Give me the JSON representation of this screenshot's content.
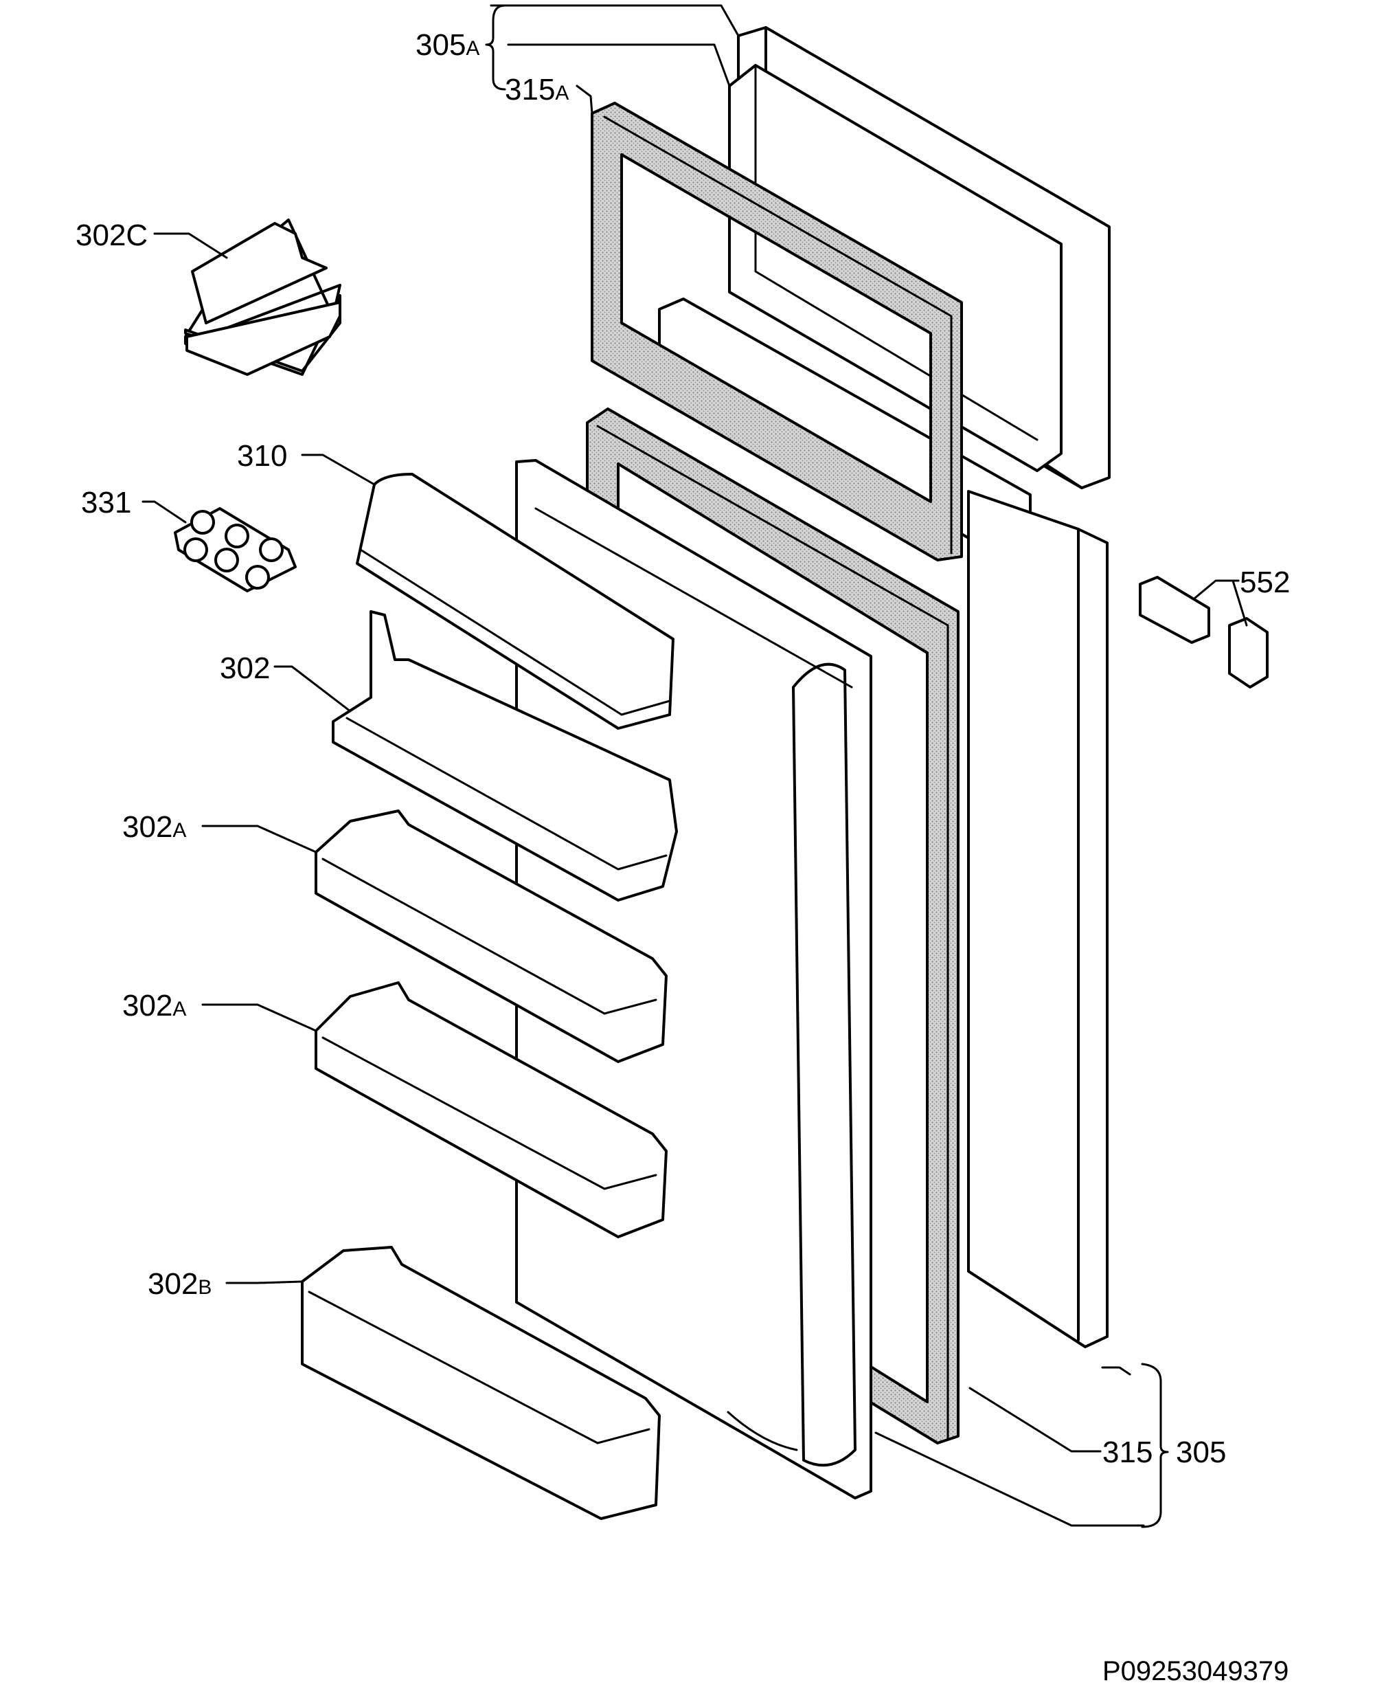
{
  "labels": {
    "l305A": {
      "main": "305",
      "sub": "A"
    },
    "l315A": {
      "main": "315",
      "sub": "A"
    },
    "l302C": {
      "main": "302C",
      "sub": ""
    },
    "l310": {
      "main": "310",
      "sub": ""
    },
    "l331": {
      "main": "331",
      "sub": ""
    },
    "l302": {
      "main": "302",
      "sub": ""
    },
    "l552": {
      "main": "552",
      "sub": ""
    },
    "l302A_1": {
      "main": "302",
      "sub": "A"
    },
    "l302A_2": {
      "main": "302",
      "sub": "A"
    },
    "l302B": {
      "main": "302",
      "sub": "B"
    },
    "l315": {
      "main": "315",
      "sub": ""
    },
    "l305": {
      "main": "305",
      "sub": ""
    }
  },
  "footer": {
    "code": "P09253049379"
  }
}
